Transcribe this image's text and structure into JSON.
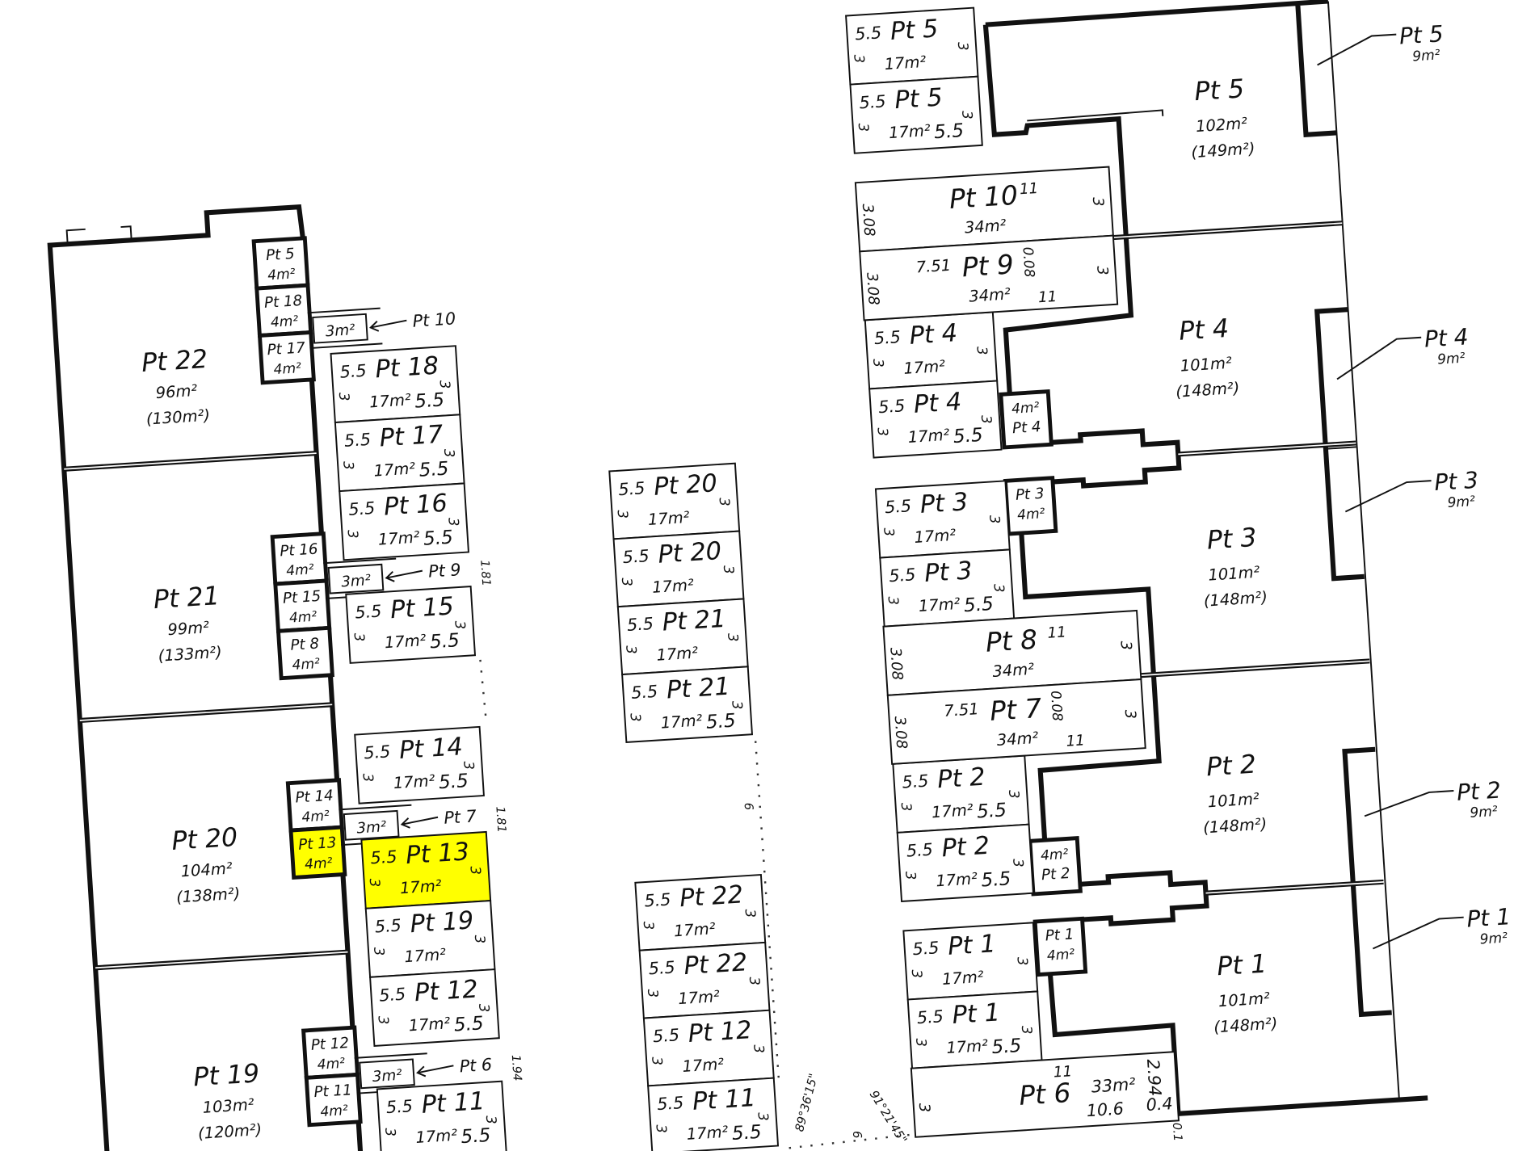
{
  "highlight_color": "#ffff00",
  "left_building": {
    "units": [
      {
        "label": "Pt 22",
        "area": "96m²",
        "total": "(130m²)"
      },
      {
        "label": "Pt 21",
        "area": "99m²",
        "total": "(133m²)"
      },
      {
        "label": "Pt 20",
        "area": "104m²",
        "total": "(138m²)"
      },
      {
        "label": "Pt 19",
        "area": "103m²",
        "total": "(120m²)"
      }
    ],
    "storage": [
      {
        "label": "Pt 5",
        "area": "4m²"
      },
      {
        "label": "Pt 18",
        "area": "4m²"
      },
      {
        "label": "Pt 17",
        "area": "4m²"
      },
      {
        "label": "Pt 16",
        "area": "4m²"
      },
      {
        "label": "Pt 15",
        "area": "4m²"
      },
      {
        "label": "Pt 8",
        "area": "4m²"
      },
      {
        "label": "Pt 14",
        "area": "4m²"
      },
      {
        "label": "Pt 13",
        "area": "4m²",
        "highlighted": true
      },
      {
        "label": "Pt 12",
        "area": "4m²"
      },
      {
        "label": "Pt 11",
        "area": "4m²"
      }
    ],
    "bins": [
      {
        "area": "3m²",
        "label": "Pt 10"
      },
      {
        "area": "3m²",
        "label": "Pt 9",
        "dim": "1.81"
      },
      {
        "area": "3m²",
        "label": "Pt 7",
        "dim": "1.81"
      },
      {
        "area": "3m²",
        "label": "Pt 6",
        "dim": "1.94"
      }
    ],
    "bays": [
      {
        "width": "5.5",
        "label": "Pt 18",
        "area": "17m²",
        "length": "5.5",
        "depth": "3"
      },
      {
        "width": "5.5",
        "label": "Pt 17",
        "area": "17m²",
        "length": "5.5",
        "depth": "3"
      },
      {
        "width": "5.5",
        "label": "Pt 16",
        "area": "17m²",
        "length": "5.5",
        "depth": "3"
      },
      {
        "width": "5.5",
        "label": "Pt 15",
        "area": "17m²",
        "length": "5.5",
        "depth": "3"
      },
      {
        "width": "5.5",
        "label": "Pt 14",
        "area": "17m²",
        "length": "5.5",
        "depth": "3"
      },
      {
        "width": "5.5",
        "label": "Pt 13",
        "area": "17m²",
        "depth": "3",
        "highlighted": true
      },
      {
        "width": "5.5",
        "label": "Pt 19",
        "area": "17m²",
        "depth": "3"
      },
      {
        "width": "5.5",
        "label": "Pt 12",
        "area": "17m²",
        "length": "5.5",
        "depth": "3"
      },
      {
        "width": "5.5",
        "label": "Pt 11",
        "area": "17m²",
        "length": "5.5",
        "depth": "3"
      }
    ]
  },
  "middle": {
    "bays": [
      {
        "width": "5.5",
        "label": "Pt 20",
        "area": "17m²",
        "depth": "3"
      },
      {
        "width": "5.5",
        "label": "Pt 20",
        "area": "17m²",
        "depth": "3"
      },
      {
        "width": "5.5",
        "label": "Pt 21",
        "area": "17m²",
        "depth": "3"
      },
      {
        "width": "5.5",
        "label": "Pt 21",
        "area": "17m²",
        "length": "5.5",
        "depth": "3"
      },
      {
        "width": "5.5",
        "label": "Pt 22",
        "area": "17m²",
        "depth": "3"
      },
      {
        "width": "5.5",
        "label": "Pt 22",
        "area": "17m²",
        "depth": "3"
      },
      {
        "width": "5.5",
        "label": "Pt 12",
        "area": "17m²",
        "depth": "3"
      },
      {
        "width": "5.5",
        "label": "Pt 11",
        "area": "17m²",
        "length": "5.5",
        "depth": "3"
      }
    ],
    "boundary_distance": "6",
    "bottom_distance": "6",
    "bearing_1": "89°36'15\"",
    "bearing_2": "91°21'45\""
  },
  "right_building": {
    "units": [
      {
        "label": "Pt 5",
        "area": "102m²",
        "total": "(149m²)"
      },
      {
        "label": "Pt 4",
        "area": "101m²",
        "total": "(148m²)"
      },
      {
        "label": "Pt 3",
        "area": "101m²",
        "total": "(148m²)"
      },
      {
        "label": "Pt 2",
        "area": "101m²",
        "total": "(148m²)"
      },
      {
        "label": "Pt 1",
        "area": "101m²",
        "total": "(148m²)"
      }
    ],
    "balconies": [
      {
        "label": "Pt 5",
        "area": "9m²"
      },
      {
        "label": "Pt 4",
        "area": "9m²"
      },
      {
        "label": "Pt 3",
        "area": "9m²"
      },
      {
        "label": "Pt 2",
        "area": "9m²"
      },
      {
        "label": "Pt 1",
        "area": "9m²"
      }
    ],
    "storage": [
      {
        "label": "Pt 4",
        "area": "4m²"
      },
      {
        "label": "Pt 3",
        "area": "4m²"
      },
      {
        "label": "Pt 2",
        "area": "4m²"
      },
      {
        "label": "Pt 1",
        "area": "4m²"
      }
    ],
    "bays": [
      {
        "width": "5.5",
        "label": "Pt 5",
        "area": "17m²",
        "depth": "3"
      },
      {
        "width": "5.5",
        "label": "Pt 5",
        "area": "17m²",
        "length": "5.5",
        "depth": "3"
      },
      {
        "width": "5.5",
        "label": "Pt 4",
        "area": "17m²",
        "depth": "3"
      },
      {
        "width": "5.5",
        "label": "Pt 4",
        "area": "17m²",
        "length": "5.5",
        "depth": "3"
      },
      {
        "width": "5.5",
        "label": "Pt 3",
        "area": "17m²",
        "depth": "3"
      },
      {
        "width": "5.5",
        "label": "Pt 3",
        "area": "17m²",
        "length": "5.5",
        "depth": "3"
      },
      {
        "width": "5.5",
        "label": "Pt 2",
        "area": "17m²",
        "length": "5.5",
        "depth": "3"
      },
      {
        "width": "5.5",
        "label": "Pt 2",
        "area": "17m²",
        "length": "5.5",
        "depth": "3"
      },
      {
        "width": "5.5",
        "label": "Pt 1",
        "area": "17m²",
        "depth": "3"
      },
      {
        "width": "5.5",
        "label": "Pt 1",
        "area": "17m²",
        "length": "5.5",
        "depth": "3"
      }
    ],
    "garages": [
      {
        "label": "Pt 10",
        "area": "34m²",
        "top": "11",
        "side": "3.08",
        "end": "3"
      },
      {
        "label": "Pt 9",
        "area": "34m²",
        "top": "11",
        "side": "3.08",
        "end": "3",
        "width": "7.51",
        "gap": "0.08"
      },
      {
        "label": "Pt 8",
        "area": "34m²",
        "top": "11",
        "side": "3.08",
        "end": "3"
      },
      {
        "label": "Pt 7",
        "area": "34m²",
        "top": "11",
        "side": "3.08",
        "end": "3",
        "width": "7.51",
        "gap": "0.08"
      },
      {
        "label": "Pt 6",
        "area": "33m²",
        "top": "11",
        "end": "3",
        "length": "10.6",
        "side2": "2.94",
        "offset": "0.4",
        "gap2": "0.1"
      }
    ]
  }
}
